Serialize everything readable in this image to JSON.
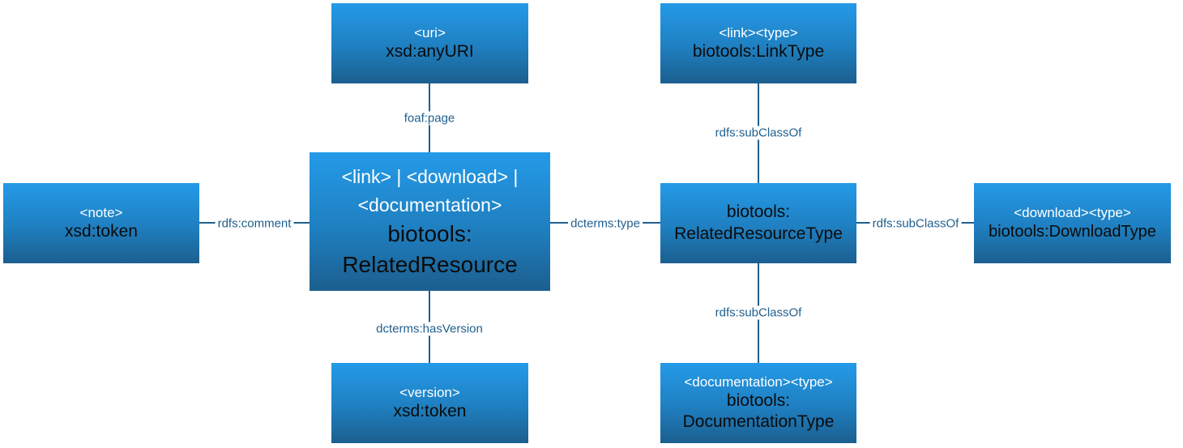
{
  "nodes": {
    "uri": {
      "tag": "<uri>",
      "name": "xsd:anyURI"
    },
    "linktype": {
      "tag": "<link><type>",
      "name": "biotools:LinkType"
    },
    "note": {
      "tag": "<note>",
      "name": "xsd:token"
    },
    "center": {
      "tag_line1": "<link> | <download> |",
      "tag_line2": "<documentation>",
      "name_line1": "biotools:",
      "name_line2": "RelatedResource"
    },
    "rrtype": {
      "name_line1": "biotools:",
      "name_line2": "RelatedResourceType"
    },
    "dltype": {
      "tag": "<download><type>",
      "name": "biotools:DownloadType"
    },
    "version": {
      "tag": "<version>",
      "name": "xsd:token"
    },
    "doctype": {
      "tag": "<documentation><type>",
      "name_line1": "biotools:",
      "name_line2": "DocumentationType"
    }
  },
  "edges": {
    "foaf_page": "foaf:page",
    "rdfs_comment": "rdfs:comment",
    "dcterms_type": "dcterms:type",
    "dcterms_hasversion": "dcterms:hasVersion",
    "subclass_link": "rdfs:subClassOf",
    "subclass_download": "rdfs:subClassOf",
    "subclass_documentation": "rdfs:subClassOf"
  },
  "colors": {
    "box_top": "#249ae8",
    "box_bottom": "#1b5f8f",
    "line": "#1f5f8e",
    "tag_text": "#ffffff",
    "name_text": "#0b0b0b"
  }
}
